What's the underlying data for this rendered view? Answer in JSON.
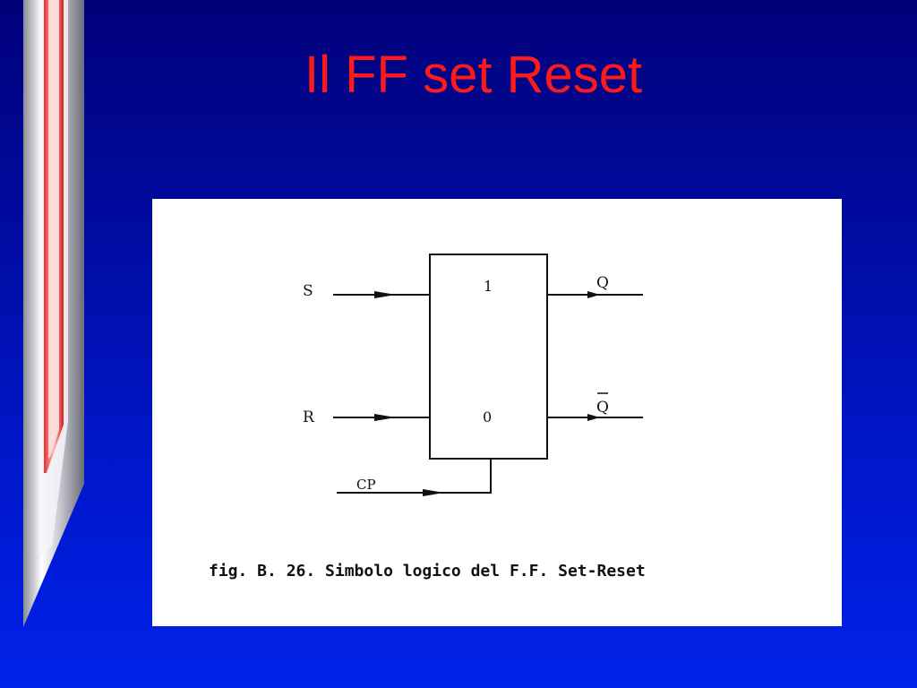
{
  "slide": {
    "title": "Il FF set Reset",
    "colors": {
      "background_top": "#00007a",
      "background_bottom": "#0022ea",
      "title": "#ff1a1a",
      "figure_background": "#ffffff"
    }
  },
  "figure": {
    "inputs": {
      "set": "S",
      "reset": "R",
      "clock": "CP"
    },
    "outputs": {
      "q": "Q",
      "q_bar": "Q"
    },
    "block": {
      "top_value": "1",
      "bottom_value": "0"
    },
    "caption": "fig. B. 26. Simbolo logico del F.F. Set-Reset"
  }
}
